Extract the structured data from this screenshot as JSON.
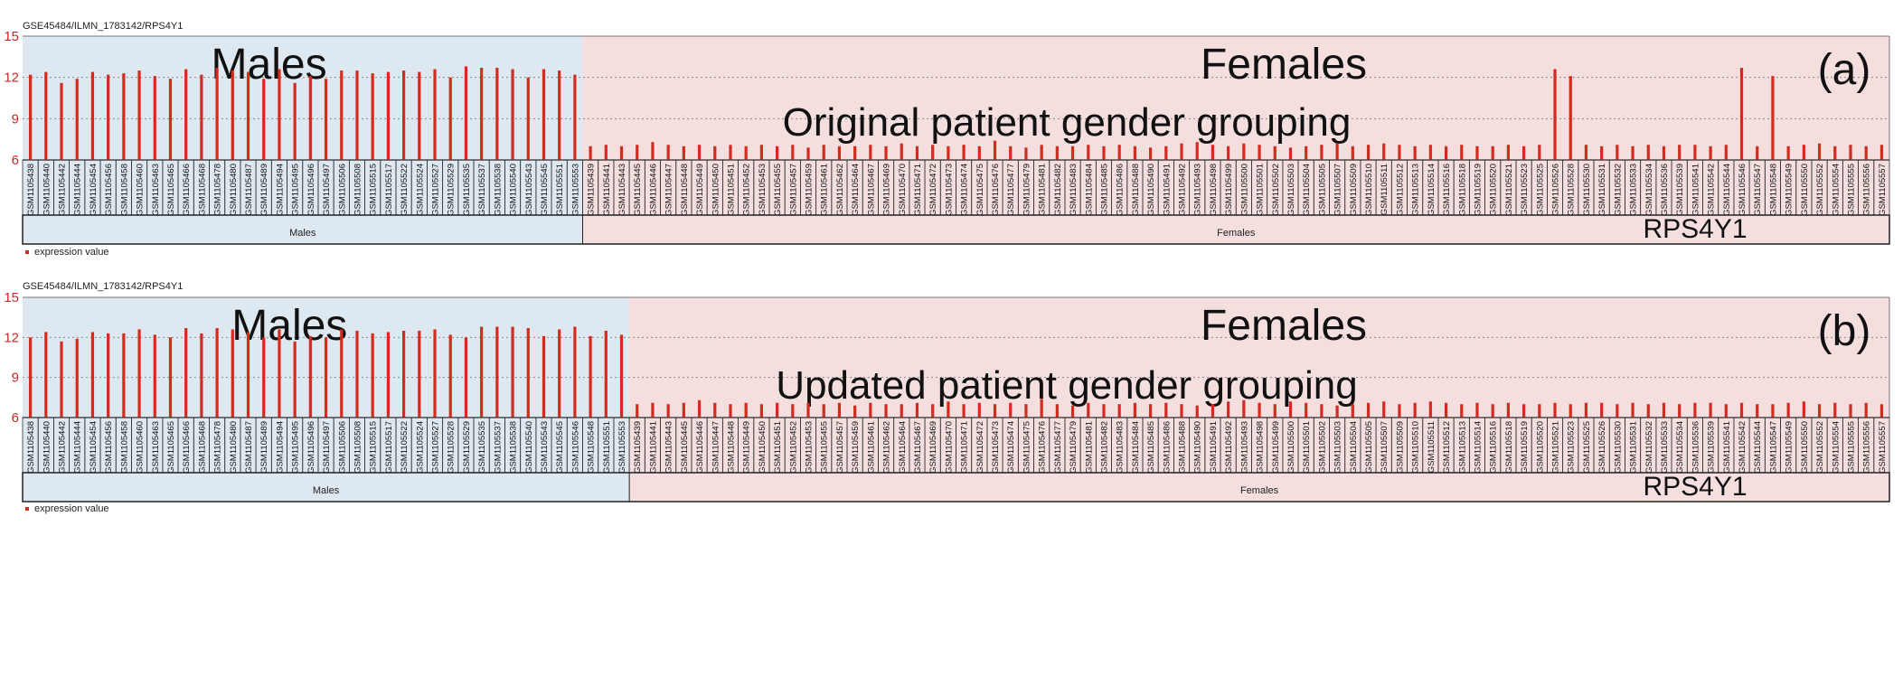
{
  "colors": {
    "bar": "#d52b1e",
    "tick_text": "#c8282a",
    "male_bg": "#dde8f1",
    "female_bg": "#f4dede",
    "grid": "#8a8a8a"
  },
  "legend_label": "expression value",
  "chart_data": [
    {
      "type": "bar",
      "panel_tag": "(a)",
      "header": "GSE45484/ILMN_1783142/RPS4Y1",
      "ylim": [
        6,
        15
      ],
      "yticks": [
        15,
        12,
        9,
        6
      ],
      "grid": true,
      "group_titles": {
        "male": "Males",
        "female": "Females"
      },
      "group_labels": {
        "male": "Males",
        "female": "Females"
      },
      "annotation": "Original patient gender grouping",
      "gene_label": "RPS4Y1",
      "male_categories": [
        "GSM1105438",
        "GSM1105440",
        "GSM1105442",
        "GSM1105444",
        "GSM1105454",
        "GSM1105456",
        "GSM1105458",
        "GSM1105460",
        "GSM1105463",
        "GSM1105465",
        "GSM1105466",
        "GSM1105468",
        "GSM1105478",
        "GSM1105480",
        "GSM1105487",
        "GSM1105489",
        "GSM1105494",
        "GSM1105495",
        "GSM1105496",
        "GSM1105497",
        "GSM1105506",
        "GSM1105508",
        "GSM1105515",
        "GSM1105517",
        "GSM1105522",
        "GSM1105524",
        "GSM1105527",
        "GSM1105529",
        "GSM1105535",
        "GSM1105537",
        "GSM1105538",
        "GSM1105540",
        "GSM1105543",
        "GSM1105545",
        "GSM1105551",
        "GSM1105553"
      ],
      "male_values": [
        12.2,
        12.4,
        11.6,
        11.9,
        12.4,
        12.2,
        12.3,
        12.5,
        12.1,
        11.9,
        12.6,
        12.2,
        12.7,
        12.5,
        12.4,
        11.9,
        12.6,
        11.6,
        12.1,
        11.9,
        12.5,
        12.5,
        12.3,
        12.4,
        12.5,
        12.4,
        12.6,
        12.0,
        12.8,
        12.7,
        12.7,
        12.6,
        12.0,
        12.6,
        12.5,
        12.2
      ],
      "female_categories": [
        "GSM1105439",
        "GSM1105441",
        "GSM1105443",
        "GSM1105445",
        "GSM1105446",
        "GSM1105447",
        "GSM1105448",
        "GSM1105449",
        "GSM1105450",
        "GSM1105451",
        "GSM1105452",
        "GSM1105453",
        "GSM1105455",
        "GSM1105457",
        "GSM1105459",
        "GSM1105461",
        "GSM1105462",
        "GSM1105464",
        "GSM1105467",
        "GSM1105469",
        "GSM1105470",
        "GSM1105471",
        "GSM1105472",
        "GSM1105473",
        "GSM1105474",
        "GSM1105475",
        "GSM1105476",
        "GSM1105477",
        "GSM1105479",
        "GSM1105481",
        "GSM1105482",
        "GSM1105483",
        "GSM1105484",
        "GSM1105485",
        "GSM1105486",
        "GSM1105488",
        "GSM1105490",
        "GSM1105491",
        "GSM1105492",
        "GSM1105493",
        "GSM1105498",
        "GSM1105499",
        "GSM1105500",
        "GSM1105501",
        "GSM1105502",
        "GSM1105503",
        "GSM1105504",
        "GSM1105505",
        "GSM1105507",
        "GSM1105509",
        "GSM1105510",
        "GSM1105511",
        "GSM1105512",
        "GSM1105513",
        "GSM1105514",
        "GSM1105516",
        "GSM1105518",
        "GSM1105519",
        "GSM1105520",
        "GSM1105521",
        "GSM1105523",
        "GSM1105525",
        "GSM1105526",
        "GSM1105528",
        "GSM1105530",
        "GSM1105531",
        "GSM1105532",
        "GSM1105533",
        "GSM1105534",
        "GSM1105536",
        "GSM1105539",
        "GSM1105541",
        "GSM1105542",
        "GSM1105544",
        "GSM1105546",
        "GSM1105547",
        "GSM1105548",
        "GSM1105549",
        "GSM1105550",
        "GSM1105552",
        "GSM1105554",
        "GSM1105555",
        "GSM1105556",
        "GSM1105557"
      ],
      "female_values": [
        7.0,
        7.1,
        7.0,
        7.1,
        7.3,
        7.1,
        7.0,
        7.1,
        7.0,
        7.1,
        7.0,
        7.1,
        7.0,
        7.1,
        6.9,
        7.1,
        7.0,
        7.0,
        7.1,
        7.0,
        7.2,
        7.0,
        7.1,
        7.0,
        7.1,
        7.0,
        7.4,
        7.0,
        6.9,
        7.1,
        7.0,
        7.0,
        7.1,
        7.0,
        7.1,
        7.0,
        6.9,
        7.0,
        7.2,
        7.3,
        7.1,
        7.0,
        7.2,
        7.1,
        7.0,
        6.9,
        7.0,
        7.1,
        7.2,
        7.0,
        7.1,
        7.2,
        7.1,
        7.0,
        7.1,
        7.0,
        7.1,
        7.0,
        7.0,
        7.1,
        7.0,
        7.1,
        12.6,
        12.1,
        7.1,
        7.0,
        7.1,
        7.0,
        7.1,
        7.0,
        7.1,
        7.1,
        7.0,
        7.1,
        12.7,
        7.0,
        12.1,
        7.0,
        7.1,
        7.2,
        7.0,
        7.1,
        7.0,
        7.1
      ]
    },
    {
      "type": "bar",
      "panel_tag": "(b)",
      "header": "GSE45484/ILMN_1783142/RPS4Y1",
      "ylim": [
        6,
        15
      ],
      "yticks": [
        15,
        12,
        9,
        6
      ],
      "grid": true,
      "group_titles": {
        "male": "Males",
        "female": "Females"
      },
      "group_labels": {
        "male": "Males",
        "female": "Females"
      },
      "annotation": "Updated patient gender grouping",
      "gene_label": "RPS4Y1",
      "male_categories": [
        "GSM1105438",
        "GSM1105440",
        "GSM1105442",
        "GSM1105444",
        "GSM1105454",
        "GSM1105456",
        "GSM1105458",
        "GSM1105460",
        "GSM1105463",
        "GSM1105465",
        "GSM1105466",
        "GSM1105468",
        "GSM1105478",
        "GSM1105480",
        "GSM1105487",
        "GSM1105489",
        "GSM1105494",
        "GSM1105495",
        "GSM1105496",
        "GSM1105497",
        "GSM1105506",
        "GSM1105508",
        "GSM1105515",
        "GSM1105517",
        "GSM1105522",
        "GSM1105524",
        "GSM1105527",
        "GSM1105528",
        "GSM1105529",
        "GSM1105535",
        "GSM1105537",
        "GSM1105538",
        "GSM1105540",
        "GSM1105543",
        "GSM1105545",
        "GSM1105546",
        "GSM1105548",
        "GSM1105551",
        "GSM1105553"
      ],
      "male_values": [
        12.0,
        12.4,
        11.7,
        11.9,
        12.4,
        12.3,
        12.3,
        12.6,
        12.2,
        12.0,
        12.7,
        12.3,
        12.7,
        12.6,
        12.4,
        12.0,
        12.6,
        11.7,
        12.1,
        12.0,
        12.6,
        12.5,
        12.3,
        12.4,
        12.5,
        12.5,
        12.6,
        12.2,
        12.0,
        12.8,
        12.8,
        12.8,
        12.7,
        12.1,
        12.6,
        12.8,
        12.1,
        12.5,
        12.2
      ],
      "female_categories": [
        "GSM1105439",
        "GSM1105441",
        "GSM1105443",
        "GSM1105445",
        "GSM1105446",
        "GSM1105447",
        "GSM1105448",
        "GSM1105449",
        "GSM1105450",
        "GSM1105451",
        "GSM1105452",
        "GSM1105453",
        "GSM1105455",
        "GSM1105457",
        "GSM1105459",
        "GSM1105461",
        "GSM1105462",
        "GSM1105464",
        "GSM1105467",
        "GSM1105469",
        "GSM1105470",
        "GSM1105471",
        "GSM1105472",
        "GSM1105473",
        "GSM1105474",
        "GSM1105475",
        "GSM1105476",
        "GSM1105477",
        "GSM1105479",
        "GSM1105481",
        "GSM1105482",
        "GSM1105483",
        "GSM1105484",
        "GSM1105485",
        "GSM1105486",
        "GSM1105488",
        "GSM1105490",
        "GSM1105491",
        "GSM1105492",
        "GSM1105493",
        "GSM1105498",
        "GSM1105499",
        "GSM1105500",
        "GSM1105501",
        "GSM1105502",
        "GSM1105503",
        "GSM1105504",
        "GSM1105505",
        "GSM1105507",
        "GSM1105509",
        "GSM1105510",
        "GSM1105511",
        "GSM1105512",
        "GSM1105513",
        "GSM1105514",
        "GSM1105516",
        "GSM1105518",
        "GSM1105519",
        "GSM1105520",
        "GSM1105521",
        "GSM1105523",
        "GSM1105525",
        "GSM1105526",
        "GSM1105530",
        "GSM1105531",
        "GSM1105532",
        "GSM1105533",
        "GSM1105534",
        "GSM1105536",
        "GSM1105539",
        "GSM1105541",
        "GSM1105542",
        "GSM1105544",
        "GSM1105547",
        "GSM1105549",
        "GSM1105550",
        "GSM1105552",
        "GSM1105554",
        "GSM1105555",
        "GSM1105556",
        "GSM1105557"
      ],
      "female_values": [
        7.0,
        7.1,
        7.0,
        7.1,
        7.3,
        7.1,
        7.0,
        7.1,
        7.0,
        7.1,
        7.0,
        7.1,
        7.0,
        7.1,
        6.9,
        7.1,
        7.0,
        7.0,
        7.1,
        7.0,
        7.2,
        7.0,
        7.1,
        7.0,
        7.1,
        7.0,
        7.4,
        7.0,
        6.9,
        7.1,
        7.0,
        7.0,
        7.1,
        7.0,
        7.1,
        7.0,
        6.9,
        7.0,
        7.2,
        7.3,
        7.1,
        7.0,
        7.2,
        7.1,
        7.0,
        6.9,
        7.0,
        7.1,
        7.2,
        7.0,
        7.1,
        7.2,
        7.1,
        7.0,
        7.1,
        7.0,
        7.1,
        7.0,
        7.0,
        7.1,
        7.0,
        7.1,
        7.1,
        7.0,
        7.1,
        7.0,
        7.1,
        7.0,
        7.1,
        7.1,
        7.0,
        7.1,
        7.0,
        7.0,
        7.1,
        7.2,
        7.0,
        7.1,
        7.0,
        7.1,
        7.0
      ]
    }
  ]
}
